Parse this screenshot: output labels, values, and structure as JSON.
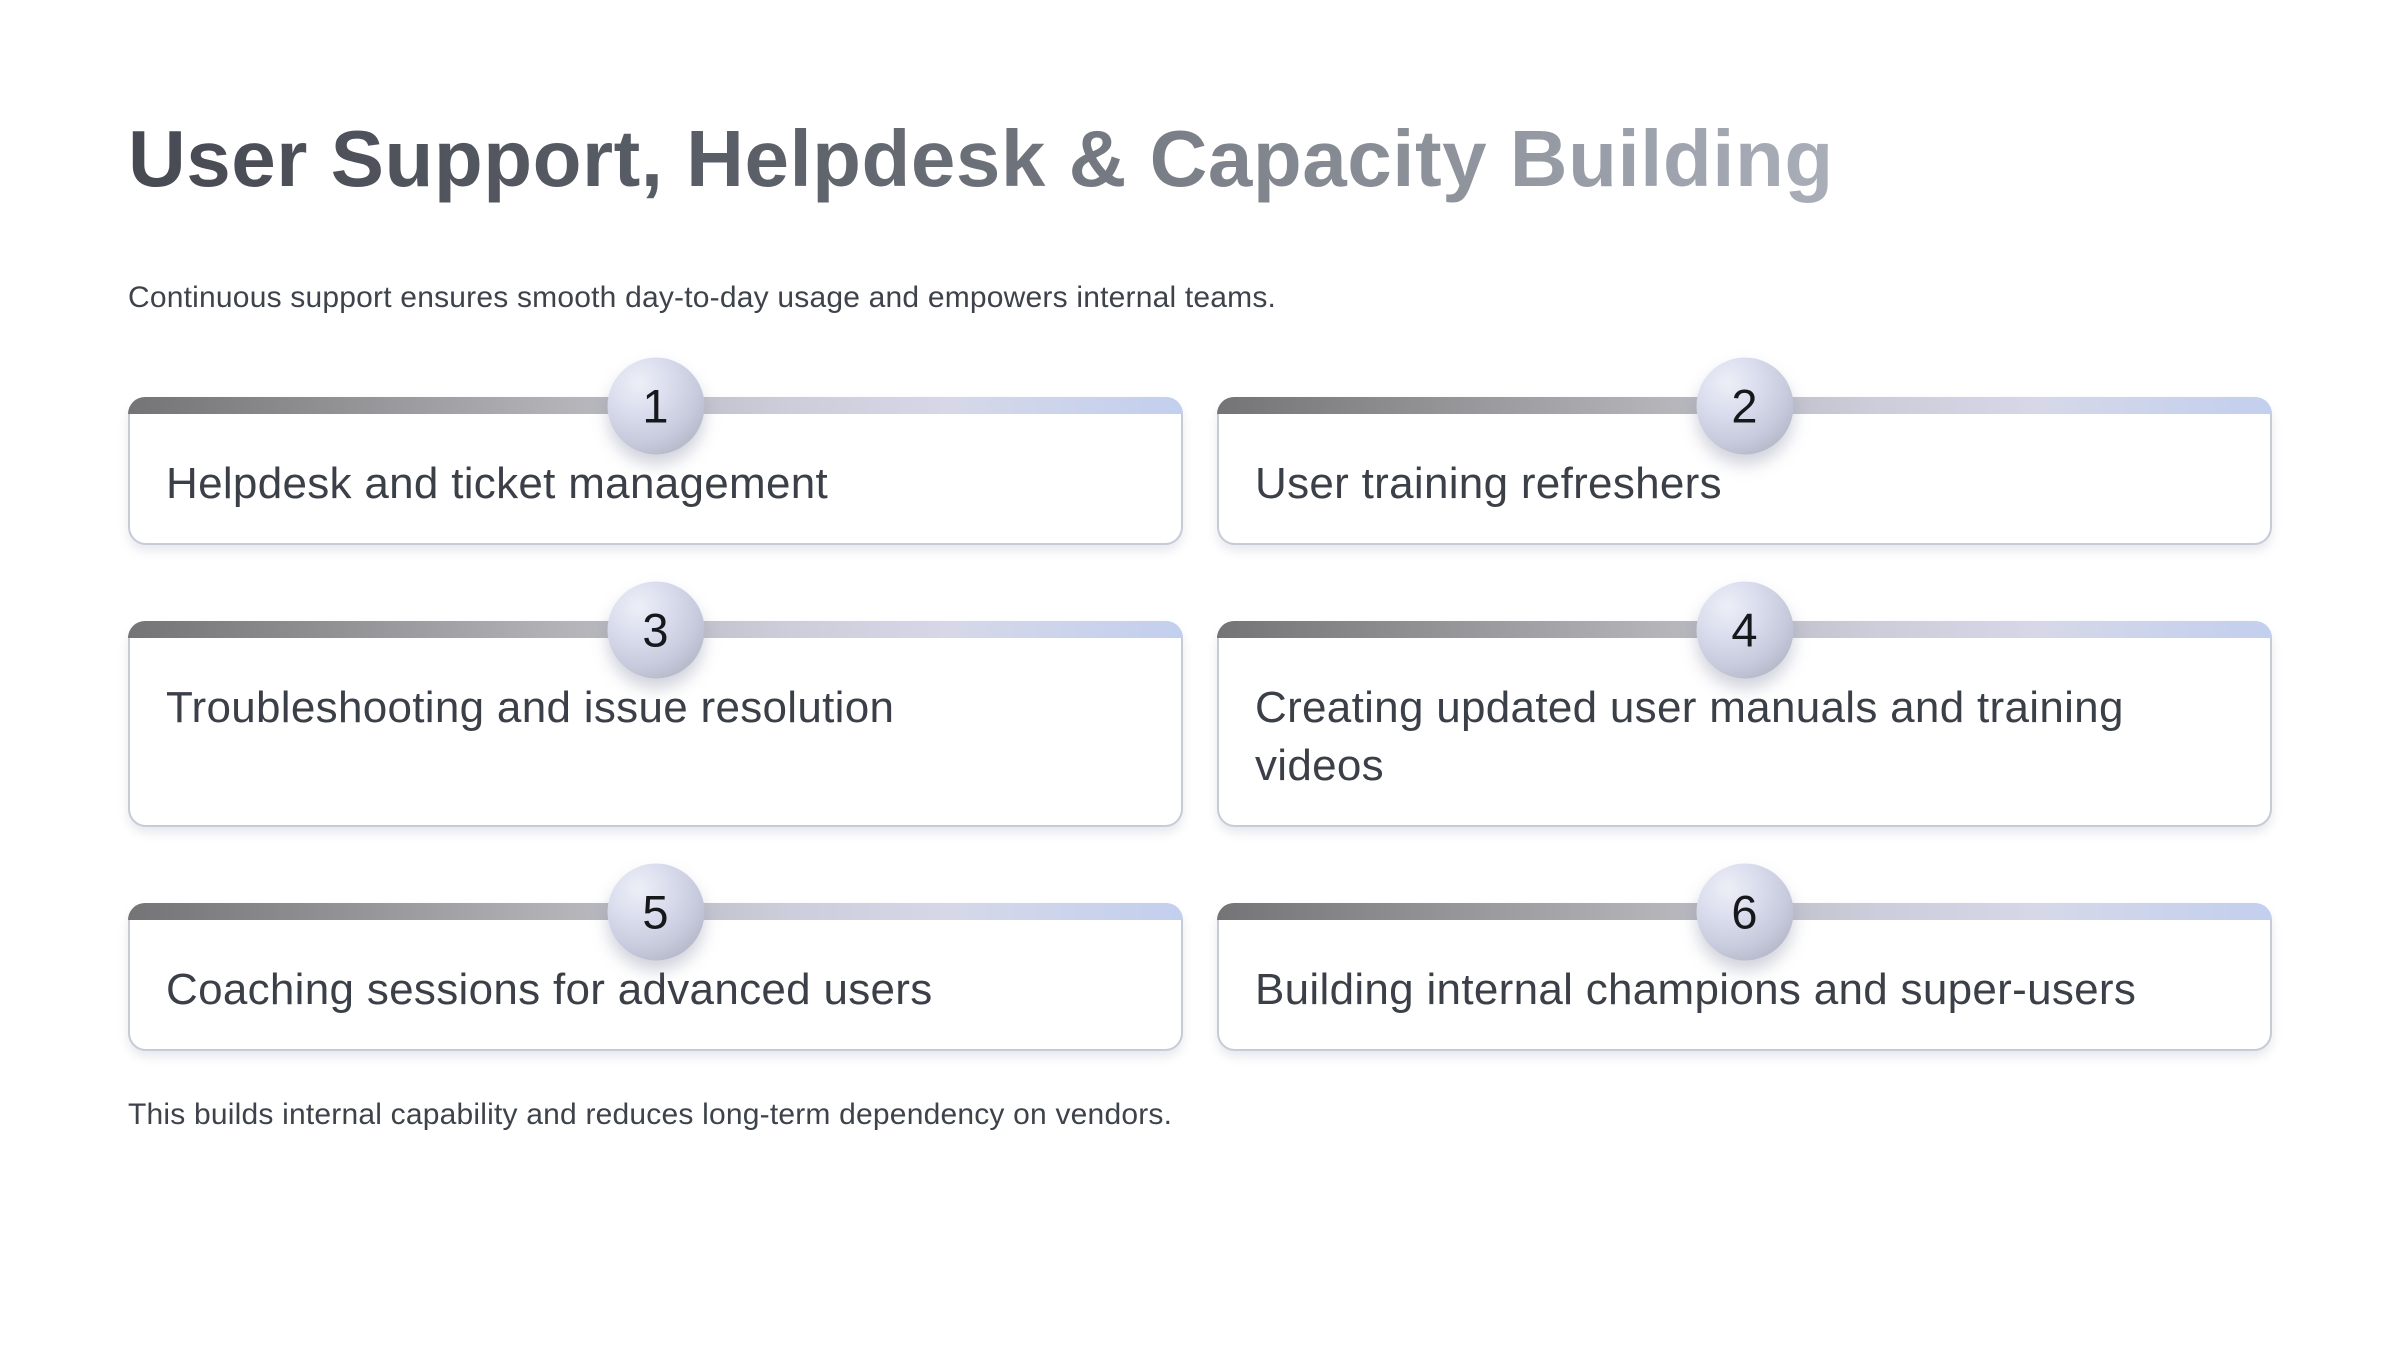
{
  "page": {
    "title": "User Support, Helpdesk & Capacity Building",
    "subtitle": "Continuous support ensures smooth day-to-day usage and empowers internal teams.",
    "footer": "This builds internal capability and reduces long-term dependency on vendors."
  },
  "cards": [
    {
      "number": "1",
      "label": "Helpdesk and ticket management"
    },
    {
      "number": "2",
      "label": "User training refreshers"
    },
    {
      "number": "3",
      "label": "Troubleshooting and issue resolution"
    },
    {
      "number": "4",
      "label": "Creating updated user manuals and training videos"
    },
    {
      "number": "5",
      "label": "Coaching sessions for advanced users"
    },
    {
      "number": "6",
      "label": "Building internal champions and super-users"
    }
  ],
  "colors": {
    "title_gradient_start": "#474a52",
    "title_gradient_end": "#aaaeb8",
    "bar_gradient_start": "#747476",
    "bar_gradient_end": "#c2cfee",
    "card_border": "#c7cad7",
    "badge_fill_light": "#edeff7",
    "badge_fill_dark": "#a2a6b6",
    "body_text": "#3b3f47",
    "background": "#ffffff"
  }
}
